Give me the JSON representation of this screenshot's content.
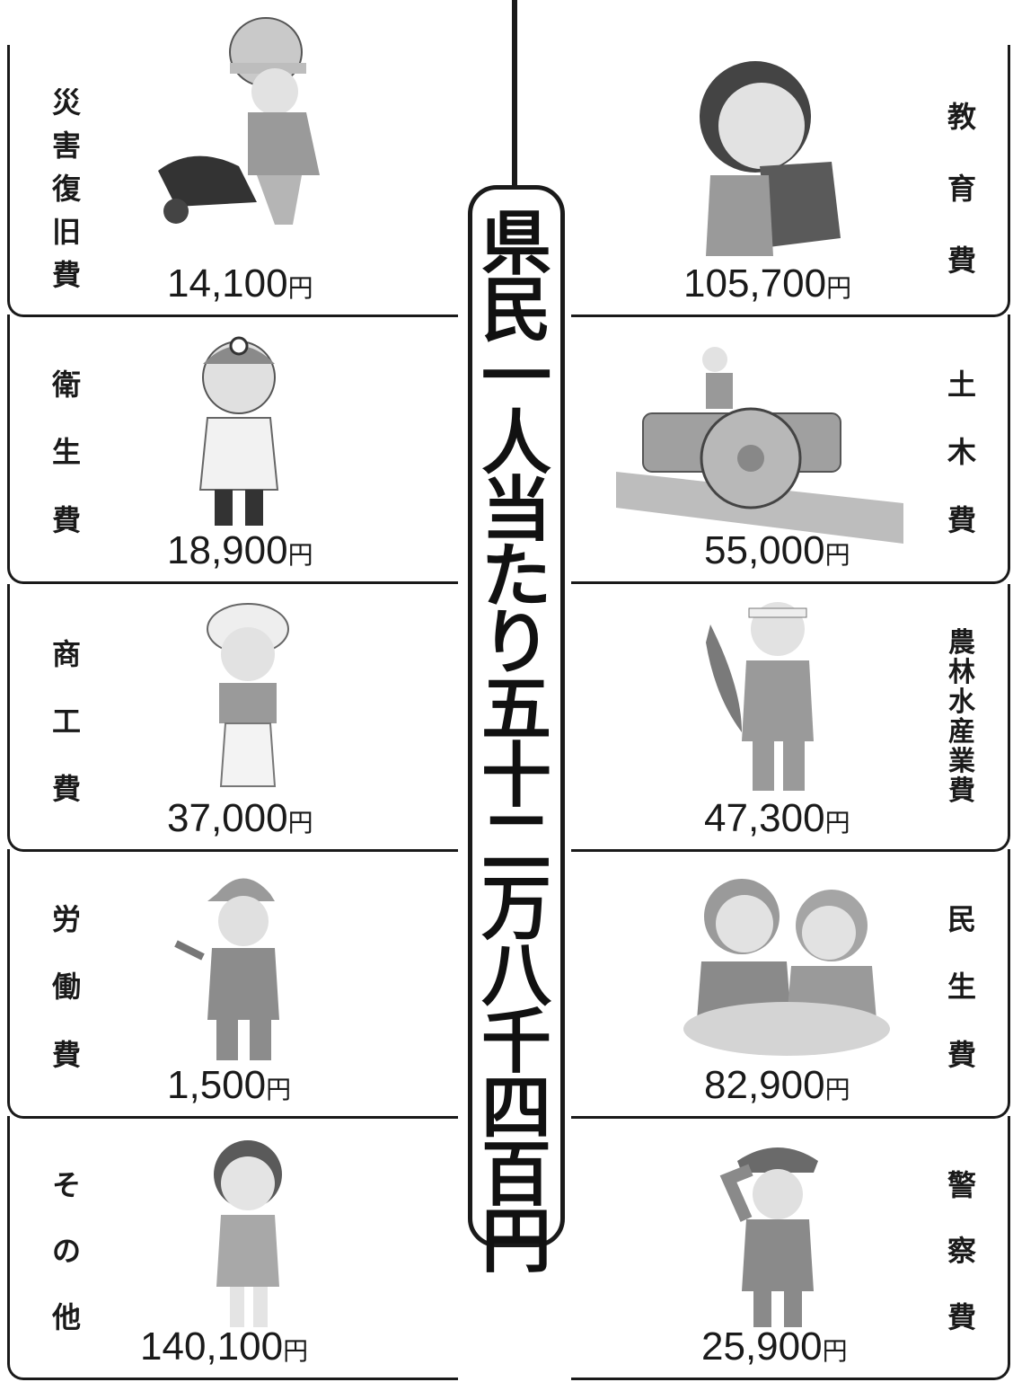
{
  "title_chars": [
    "県",
    "民",
    "一",
    "人",
    "当",
    "た",
    "り",
    "五",
    "十",
    "二",
    "万",
    "八",
    "千",
    "四",
    "百",
    "円"
  ],
  "yen_unit": "円",
  "items": [
    {
      "label": [
        "災",
        "害",
        "復",
        "旧",
        "費"
      ],
      "amount": "14,100",
      "figure": "construction-worker-wheelbarrow"
    },
    {
      "label": [
        "衛",
        "生",
        "費"
      ],
      "amount": "18,900",
      "figure": "doctor-stethoscope"
    },
    {
      "label": [
        "商",
        "工",
        "費"
      ],
      "amount": "37,000",
      "figure": "baker-holding-bread"
    },
    {
      "label": [
        "労",
        "働",
        "費"
      ],
      "amount": "1,500",
      "figure": "mechanic-wrench"
    },
    {
      "label": [
        "そ",
        "の",
        "他"
      ],
      "amount": "140,100",
      "figure": "office-woman"
    },
    {
      "label": [
        "教",
        "育",
        "費"
      ],
      "amount": "105,700",
      "figure": "schoolgirl-randoseru"
    },
    {
      "label": [
        "土",
        "木",
        "費"
      ],
      "amount": "55,000",
      "figure": "road-roller"
    },
    {
      "label": [
        "農",
        "林",
        "水",
        "産",
        "業",
        "費"
      ],
      "amount": "47,300",
      "figure": "fisherman-holding-fish"
    },
    {
      "label": [
        "民",
        "生",
        "費"
      ],
      "amount": "82,900",
      "figure": "elderly-couple-tea"
    },
    {
      "label": [
        "警",
        "察",
        "費"
      ],
      "amount": "25,900",
      "figure": "police-officer-salute"
    }
  ]
}
